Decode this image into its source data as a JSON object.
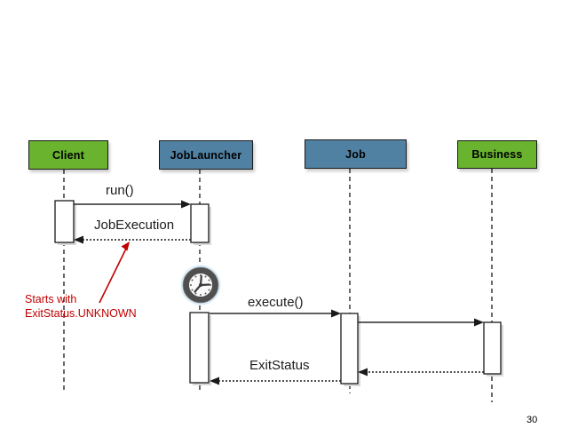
{
  "page": {
    "number": "30"
  },
  "diagram": {
    "type": "uml-sequence-diagram",
    "participants": [
      {
        "label": "Client",
        "color": "#69B32F"
      },
      {
        "label": "JobLauncher",
        "color": "#5081A2"
      },
      {
        "label": "Job",
        "color": "#5081A2"
      },
      {
        "label": "Business",
        "color": "#69B32F"
      }
    ],
    "messages": [
      {
        "label": "run()",
        "from": "Client",
        "to": "JobLauncher",
        "style": "solid-call"
      },
      {
        "label": "JobExecution",
        "from": "JobLauncher",
        "to": "Client",
        "style": "dotted-return"
      },
      {
        "label": "execute()",
        "from": "JobLauncher",
        "to": "Job",
        "style": "solid-call"
      },
      {
        "label": "",
        "from": "Job",
        "to": "Business",
        "style": "solid-call"
      },
      {
        "label": "",
        "from": "Business",
        "to": "Job",
        "style": "dotted-return"
      },
      {
        "label": "ExitStatus",
        "from": "Job",
        "to": "JobLauncher",
        "style": "dotted-return"
      }
    ],
    "annotation": {
      "line1": "Starts with",
      "line2": "ExitStatus.UNKNOWN",
      "color": "#C00000"
    },
    "icons": [
      {
        "name": "clock-icon"
      }
    ],
    "colors": {
      "participant_green": "#69B32F",
      "participant_blue": "#5081A2",
      "annotation_red": "#C00000",
      "line_black": "#1a1a1a"
    }
  }
}
